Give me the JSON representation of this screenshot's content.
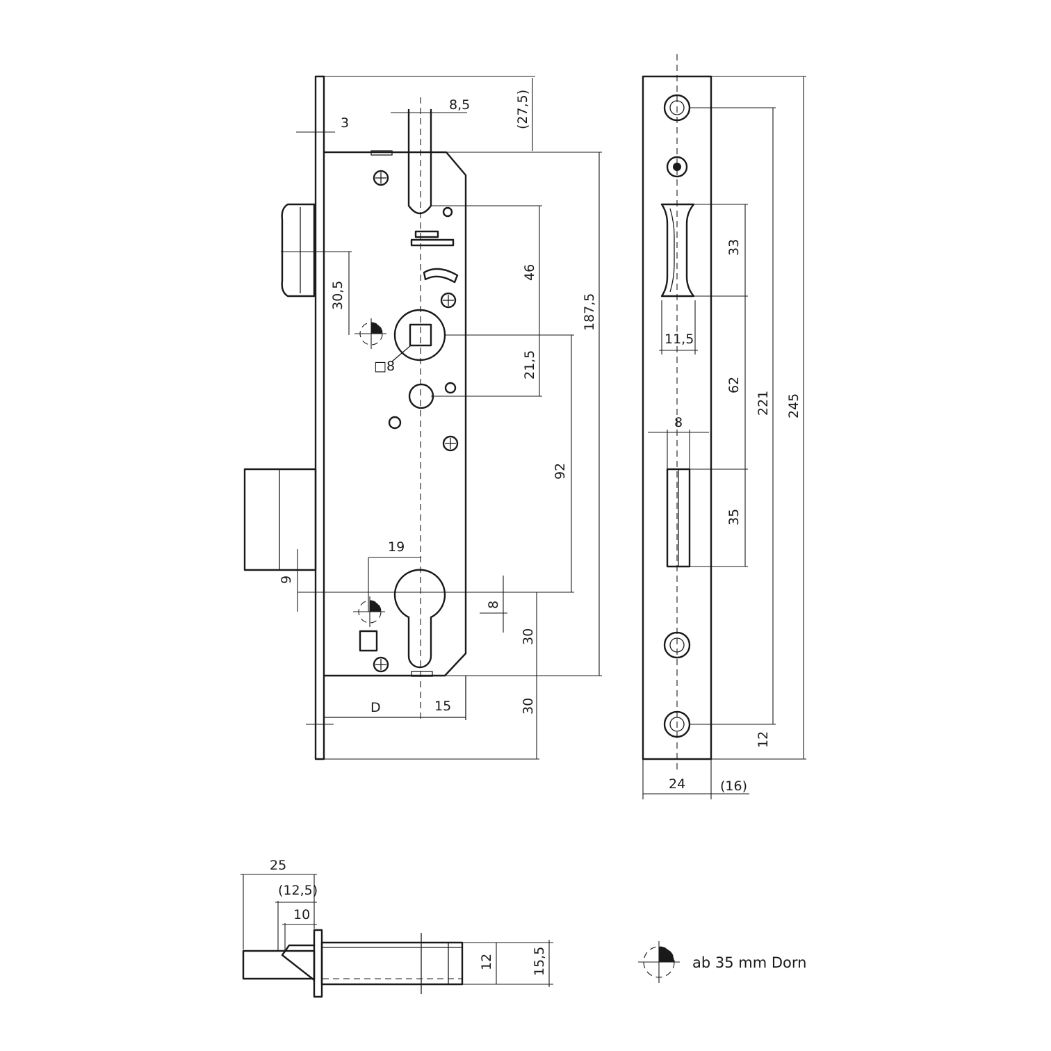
{
  "front_view": {
    "dimensions": {
      "faceplate_thickness": "3",
      "follower_width": "8,5",
      "top_offset": "(27,5)",
      "latch_offset": "30,5",
      "follower_to_square": "46",
      "square_size": "□8",
      "square_to_hole": "21,5",
      "case_height": "187,5",
      "distance_92": "92",
      "cylinder_offset": "19",
      "bolt_offset": "9",
      "cylinder_radius": "8",
      "cylinder_to_bottom": "30",
      "backset": "D",
      "cylinder_to_edge": "15",
      "bottom_offset": "30"
    }
  },
  "faceplate_view": {
    "dimensions": {
      "latch_length": "33",
      "latch_width": "11,5",
      "latch_to_bolt": "62",
      "screw_distance": "221",
      "total_length": "245",
      "bolt_width": "8",
      "bolt_length": "35",
      "bottom_screw_offset": "12",
      "faceplate_width": "24",
      "extra_width": "(16)"
    }
  },
  "side_view": {
    "dimensions": {
      "bolt_projection": "25",
      "latch_projection": "(12,5)",
      "latch_tip": "10",
      "bolt_height": "12",
      "case_height": "15,5"
    }
  },
  "legend": {
    "text": "ab 35 mm Dorn"
  }
}
